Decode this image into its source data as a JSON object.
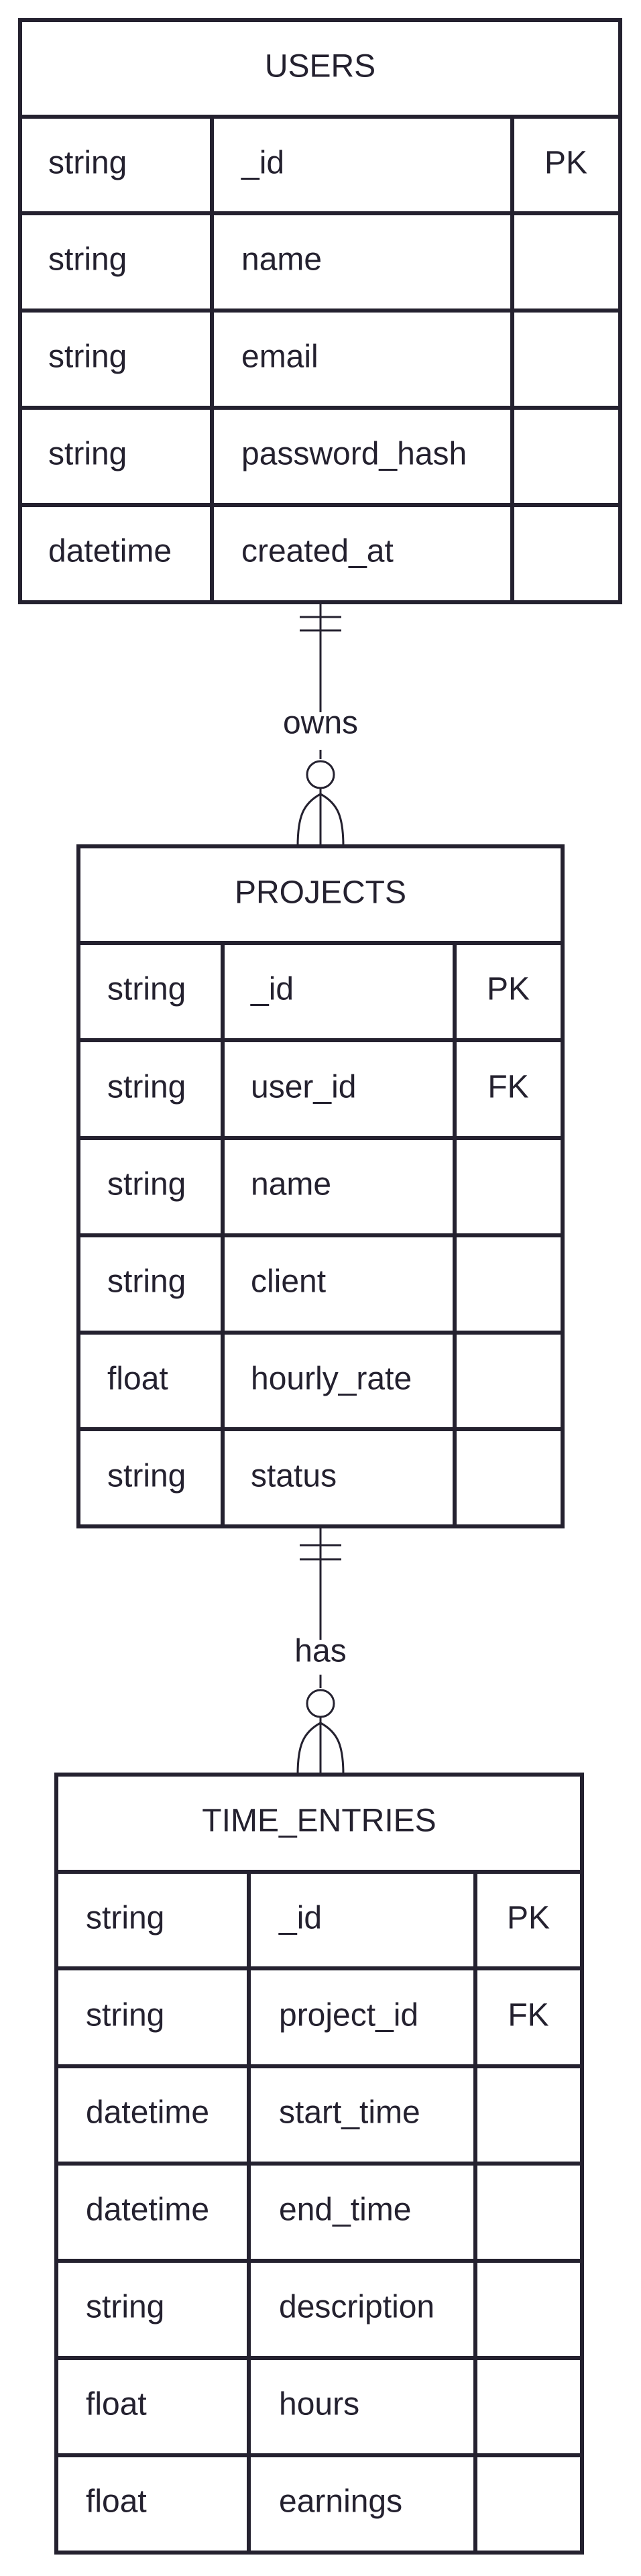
{
  "entities": [
    {
      "name": "USERS",
      "rows": [
        {
          "type": "string",
          "field": "_id",
          "key": "PK"
        },
        {
          "type": "string",
          "field": "name",
          "key": ""
        },
        {
          "type": "string",
          "field": "email",
          "key": ""
        },
        {
          "type": "string",
          "field": "password_hash",
          "key": ""
        },
        {
          "type": "datetime",
          "field": "created_at",
          "key": ""
        }
      ]
    },
    {
      "name": "PROJECTS",
      "rows": [
        {
          "type": "string",
          "field": "_id",
          "key": "PK"
        },
        {
          "type": "string",
          "field": "user_id",
          "key": "FK"
        },
        {
          "type": "string",
          "field": "name",
          "key": ""
        },
        {
          "type": "string",
          "field": "client",
          "key": ""
        },
        {
          "type": "float",
          "field": "hourly_rate",
          "key": ""
        },
        {
          "type": "string",
          "field": "status",
          "key": ""
        }
      ]
    },
    {
      "name": "TIME_ENTRIES",
      "rows": [
        {
          "type": "string",
          "field": "_id",
          "key": "PK"
        },
        {
          "type": "string",
          "field": "project_id",
          "key": "FK"
        },
        {
          "type": "datetime",
          "field": "start_time",
          "key": ""
        },
        {
          "type": "datetime",
          "field": "end_time",
          "key": ""
        },
        {
          "type": "string",
          "field": "description",
          "key": ""
        },
        {
          "type": "float",
          "field": "hours",
          "key": ""
        },
        {
          "type": "float",
          "field": "earnings",
          "key": ""
        }
      ]
    }
  ],
  "relationships": [
    {
      "label": "owns",
      "from": "USERS",
      "to": "PROJECTS"
    },
    {
      "label": "has",
      "from": "PROJECTS",
      "to": "TIME_ENTRIES"
    }
  ]
}
